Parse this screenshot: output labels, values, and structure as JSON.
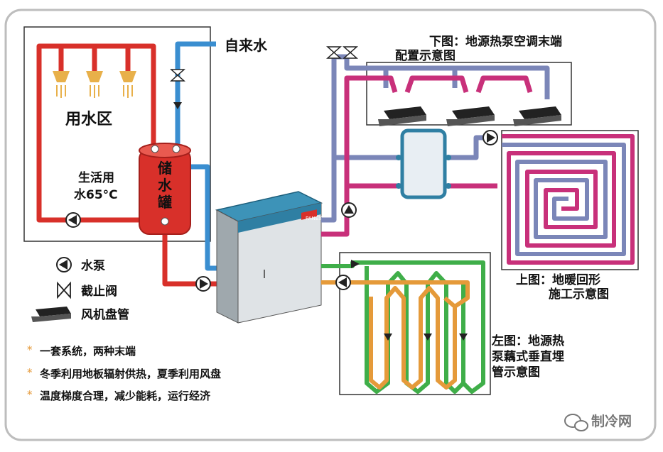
{
  "labels": {
    "tap_water": "自来水",
    "water_zone": "用水区",
    "domestic_water": "生活用",
    "domestic_temp": "水65°C",
    "tank": [
      "储",
      "水",
      "罐"
    ],
    "ac_title_1": "下图：地源热泵空调末端",
    "ac_title_2": "配置示意图",
    "floor_title_1": "上图：地暖回形",
    "floor_title_2": "施工示意图",
    "vertical_title_1": "左图：地源热",
    "vertical_title_2": "泵藕式垂直埋",
    "vertical_title_3": "管示意图",
    "unit_brand": "PANEX"
  },
  "legend": [
    {
      "icon": "pump-icon",
      "label": "水泵"
    },
    {
      "icon": "valve-icon",
      "label": "截止阀"
    },
    {
      "icon": "fan-coil-icon",
      "label": "风机盘管"
    }
  ],
  "notes": [
    "一套系统，两种末端",
    "冬季利用地板辐射供热，夏季利用风盘",
    "温度梯度合理，减少能耗，运行经济"
  ],
  "watermark": "制冷网",
  "colors": {
    "hot": "#d8302a",
    "cold": "#3a8ed0",
    "magenta": "#c8307a",
    "steel": "#7b86b8",
    "green": "#3fae49",
    "orange": "#e59a3a",
    "unit": "#2f7fa3",
    "unit_body": "#dfe3e6"
  }
}
